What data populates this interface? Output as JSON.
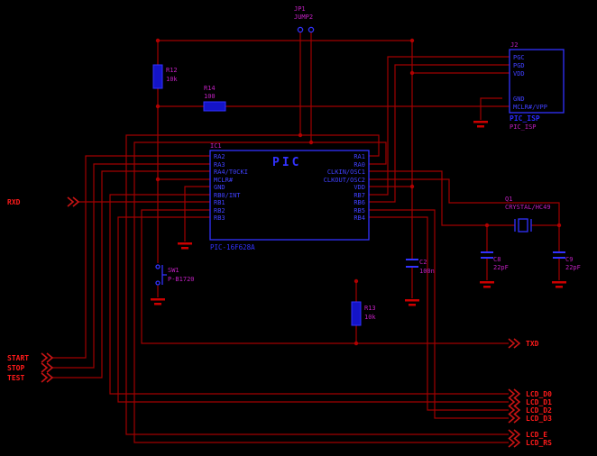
{
  "colors": {
    "background": "#000000",
    "wire": "#a00000",
    "symbol_blue": "#3232ff",
    "label_magenta": "#c020c0",
    "net_text_red": "#ff1a1a",
    "ground_red": "#cc0000"
  },
  "components": {
    "ic1": {
      "designator": "IC1",
      "title": "PIC",
      "part": "PIC-16F628A",
      "left_pins": [
        "RA2",
        "RA3",
        "RA4/T0CKI",
        "MCLR#",
        "GND",
        "RB0/INT",
        "RB1",
        "RB2",
        "RB3"
      ],
      "right_pins": [
        "RA1",
        "RA0",
        "CLKIN/OSC1",
        "CLKOUT/OSC2",
        "VDD",
        "RB7",
        "RB6",
        "RB5",
        "RB4"
      ]
    },
    "j2": {
      "designator": "J2",
      "symbol_label": "PIC_ISP",
      "value": "PIC_ISP",
      "pins": [
        "PGC",
        "PGD",
        "VDD",
        "GND",
        "MCLR#/VPP"
      ]
    },
    "jp1": {
      "designator": "JP1",
      "value": "JUMP2"
    },
    "r12": {
      "designator": "R12",
      "value": "10k"
    },
    "r14": {
      "designator": "R14",
      "value": "100"
    },
    "r13": {
      "designator": "R13",
      "value": "10k"
    },
    "sw1": {
      "designator": "SW1",
      "value": "P-B1720"
    },
    "c2": {
      "designator": "C2",
      "value": "100n"
    },
    "c8": {
      "designator": "C8",
      "value": "22pF"
    },
    "c9": {
      "designator": "C9",
      "value": "22pF"
    },
    "q1": {
      "designator": "Q1",
      "value": "CRYSTAL/HC49"
    }
  },
  "net_labels": {
    "rxd": "RXD",
    "txd": "TXD",
    "start": "START",
    "stop": "STOP",
    "test": "TEST",
    "lcd_d0": "LCD_D0",
    "lcd_d1": "LCD_D1",
    "lcd_d2": "LCD_D2",
    "lcd_d3": "LCD_D3",
    "lcd_e": "LCD_E",
    "lcd_rs": "LCD_RS"
  }
}
